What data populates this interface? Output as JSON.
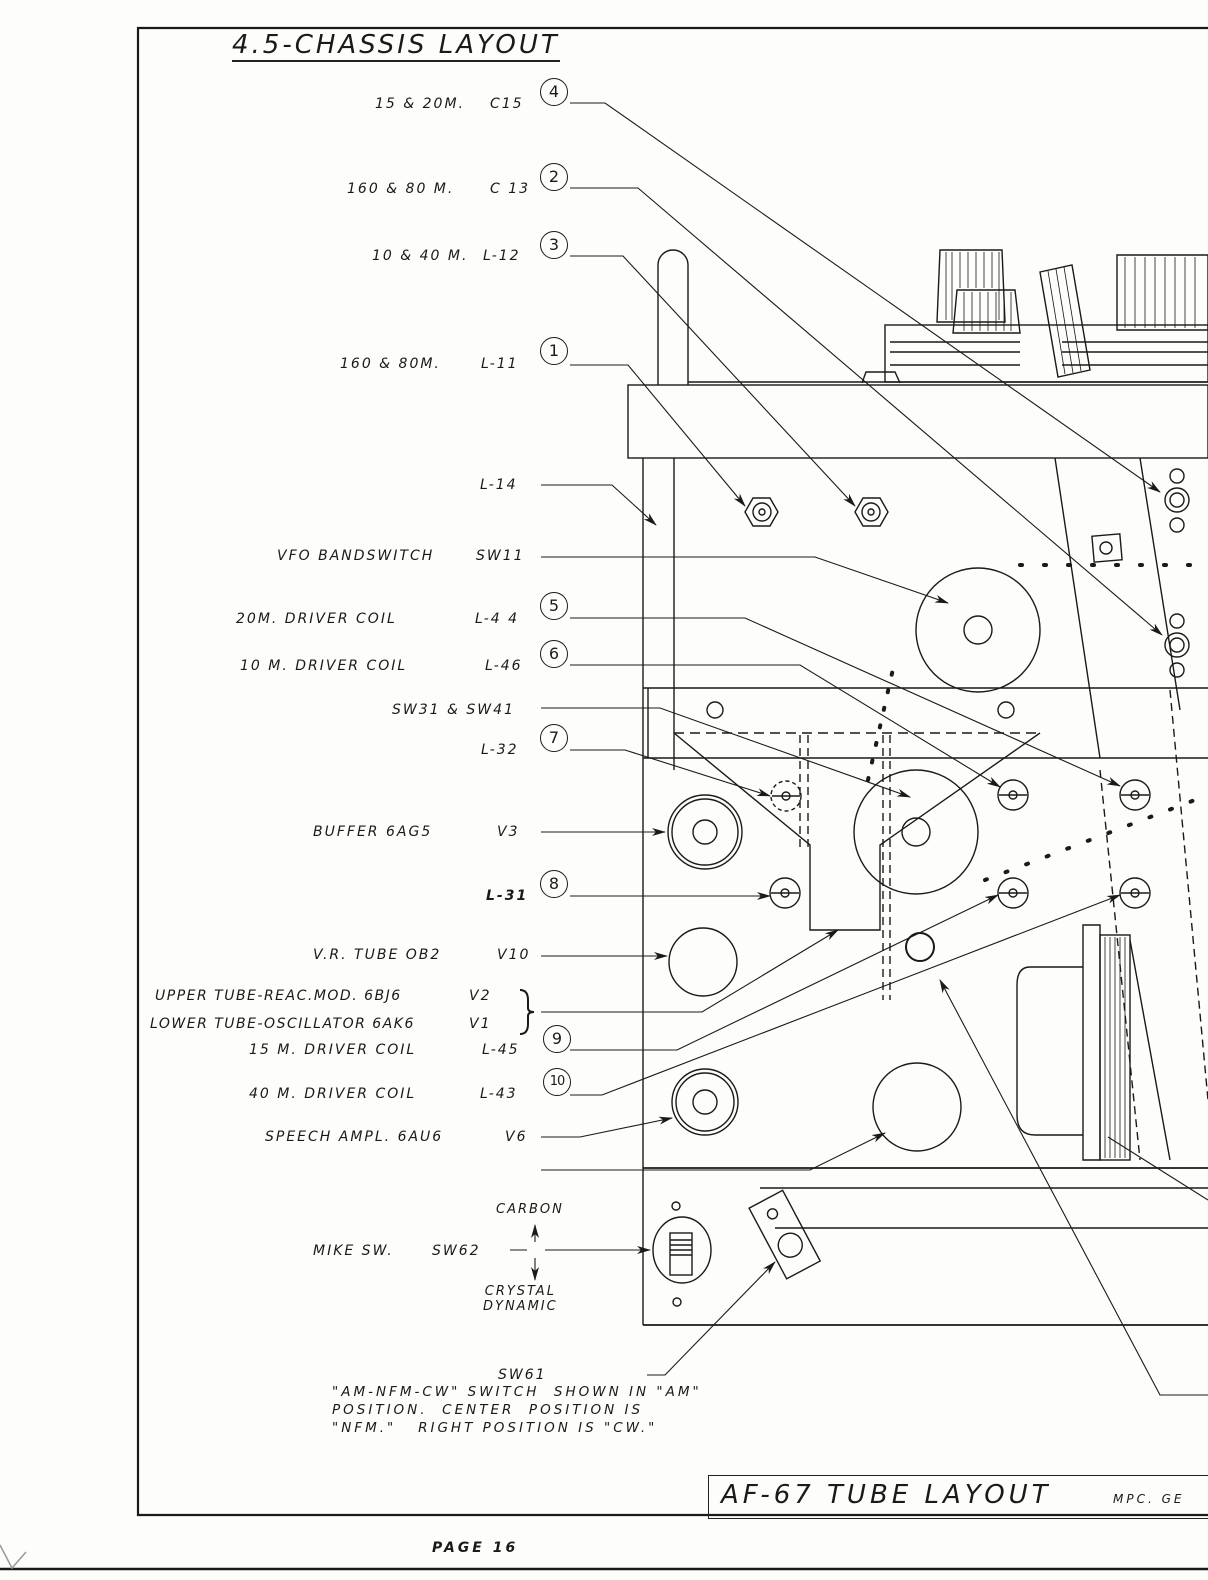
{
  "header": {
    "title": "4.5-CHASSIS LAYOUT"
  },
  "callouts": [
    {
      "number": "4",
      "description": "15 & 20M.",
      "ref": "C15"
    },
    {
      "number": "2",
      "description": "160 & 80 M.",
      "ref": "C 13"
    },
    {
      "number": "3",
      "description": "10 & 40 M.",
      "ref": "L-12"
    },
    {
      "number": "1",
      "description": "160 & 80M.",
      "ref": "L-11"
    },
    {
      "number": "",
      "description": "",
      "ref": "L-14"
    },
    {
      "number": "",
      "description": "VFO BANDSWITCH",
      "ref": "SW11"
    },
    {
      "number": "5",
      "description": "20M. DRIVER COIL",
      "ref": "L-4 4"
    },
    {
      "number": "6",
      "description": "10 M. DRIVER COIL",
      "ref": "L-46"
    },
    {
      "number": "",
      "description": "",
      "ref": "SW31 & SW41"
    },
    {
      "number": "7",
      "description": "",
      "ref": "L-32"
    },
    {
      "number": "",
      "description": "BUFFER  6AG5",
      "ref": "V3"
    },
    {
      "number": "8",
      "description": "",
      "ref": "L-31"
    },
    {
      "number": "",
      "description": "V.R. TUBE  OB2",
      "ref": "V10"
    },
    {
      "number": "",
      "description": "UPPER TUBE-REAC.MOD. 6BJ6",
      "ref": "V2"
    },
    {
      "number": "",
      "description": "LOWER TUBE-OSCILLATOR 6AK6",
      "ref": "V1"
    },
    {
      "number": "9",
      "description": "15 M. DRIVER COIL",
      "ref": "L-45"
    },
    {
      "number": "10",
      "description": "40 M. DRIVER COIL",
      "ref": "L-43"
    },
    {
      "number": "",
      "description": "SPEECH AMPL.  6AU6",
      "ref": "V6"
    },
    {
      "number": "",
      "description": "MIKE SW.",
      "ref": "SW62"
    }
  ],
  "mike_switch": {
    "up_label": "CARBON",
    "down_label": "CRYSTAL\nDYNAMIC"
  },
  "sw61_note": {
    "ref": "SW61",
    "text": "\"AM-NFM-CW\" SWITCH  SHOWN IN \"AM\"\nPOSITION.  CENTER  POSITION IS\n\"NFM.\"   RIGHT POSITION IS \"CW.\""
  },
  "title_block": {
    "main": "AF-67  TUBE  LAYOUT",
    "sub": "MPC. GE"
  },
  "footer": {
    "page": "PAGE  16"
  },
  "colors": {
    "ink": "#1a1a1a",
    "paper": "#fdfdfb"
  }
}
